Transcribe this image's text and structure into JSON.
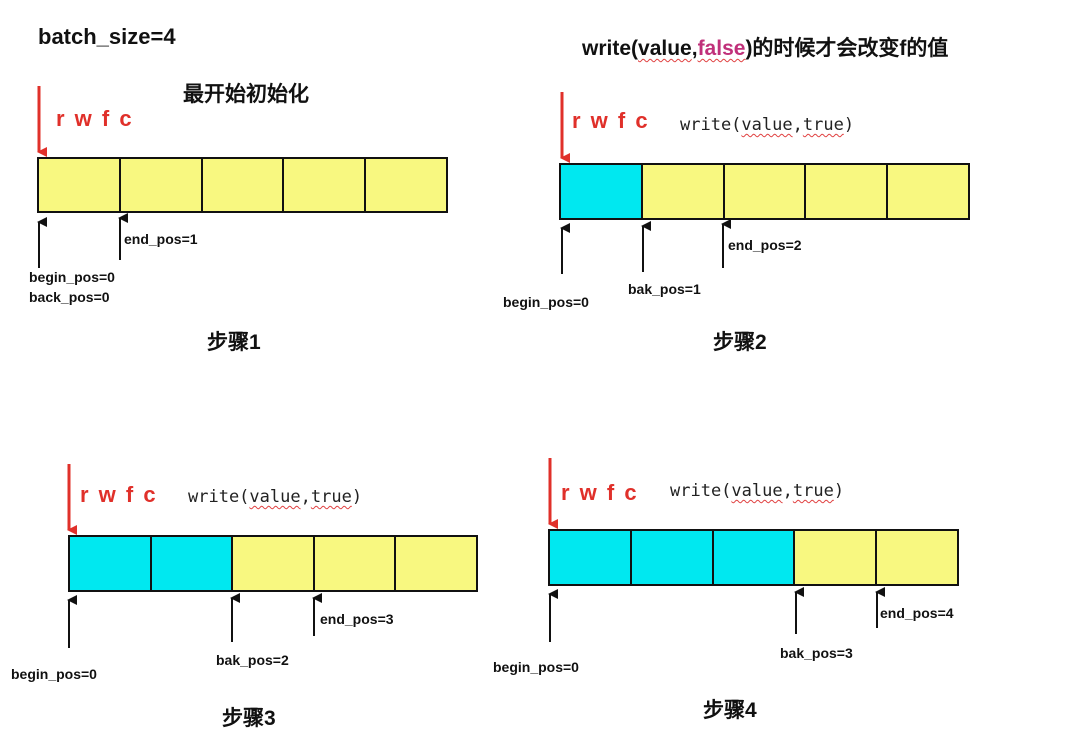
{
  "header": {
    "batch_size": "batch_size=4",
    "note_prefix": "write(",
    "note_value": "value",
    "note_comma": ",",
    "note_false": "false",
    "note_suffix": ")的时候才会改变f的值"
  },
  "colors": {
    "written": "#00e8f0",
    "empty": "#f8f880",
    "pointer_arrow": "#e0302a",
    "squiggle": "#e04040",
    "false_text": "#c0307a"
  },
  "steps": [
    {
      "name": "步骤1",
      "subtitle": "最开始初始化",
      "pointer_label": "r w f c",
      "cells": [
        "empty",
        "empty",
        "empty",
        "empty",
        "empty"
      ],
      "labels": {
        "begin_pos": "begin_pos=0",
        "back_pos": "back_pos=0",
        "end_pos": "end_pos=1"
      }
    },
    {
      "name": "步骤2",
      "pointer_label": "r w f c",
      "call": {
        "prefix": "write(",
        "value": "value",
        "comma": ",",
        "flag": "true",
        "suffix": ")"
      },
      "cells": [
        "written",
        "empty",
        "empty",
        "empty",
        "empty"
      ],
      "labels": {
        "begin_pos": "begin_pos=0",
        "bak_pos": "bak_pos=1",
        "end_pos": "end_pos=2"
      }
    },
    {
      "name": "步骤3",
      "pointer_label": "r w f c",
      "call": {
        "prefix": "write(",
        "value": "value",
        "comma": ",",
        "flag": "true",
        "suffix": ")"
      },
      "cells": [
        "written",
        "written",
        "empty",
        "empty",
        "empty"
      ],
      "labels": {
        "begin_pos": "begin_pos=0",
        "bak_pos": "bak_pos=2",
        "end_pos": "end_pos=3"
      }
    },
    {
      "name": "步骤4",
      "pointer_label": "r w f c",
      "call": {
        "prefix": "write(",
        "value": "value",
        "comma": ",",
        "flag": "true",
        "suffix": ")"
      },
      "cells": [
        "written",
        "written",
        "written",
        "empty",
        "empty"
      ],
      "labels": {
        "begin_pos": "begin_pos=0",
        "bak_pos": "bak_pos=3",
        "end_pos": "end_pos=4"
      }
    }
  ]
}
